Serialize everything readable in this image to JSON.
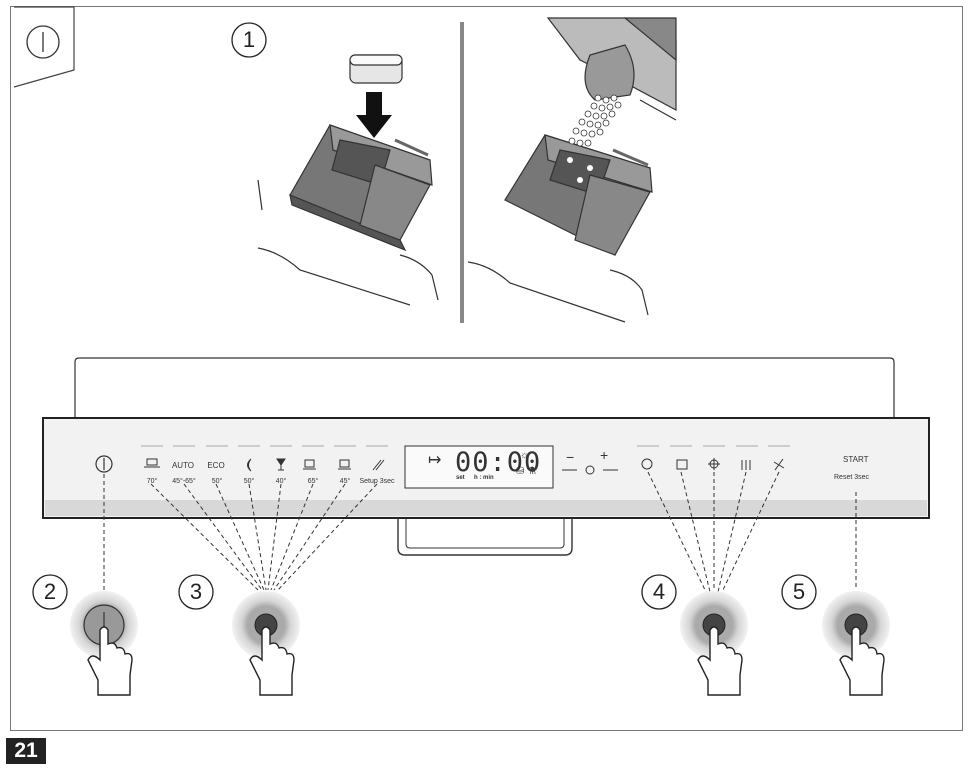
{
  "figure_number": "21",
  "steps": [
    "1",
    "2",
    "3",
    "4",
    "5"
  ],
  "panel_icons": {
    "power": "power-icon"
  },
  "control_panel": {
    "power_button_icon": "power-icon",
    "programs": [
      {
        "icon": "pots-icon",
        "name": "",
        "temp": "70°"
      },
      {
        "icon": "auto-icon",
        "name": "AUTO",
        "temp": "45°-65°"
      },
      {
        "icon": "eco-icon",
        "name": "ECO",
        "temp": "50°"
      },
      {
        "icon": "night-icon",
        "name": "",
        "temp": "50°"
      },
      {
        "icon": "glass-icon",
        "name": "",
        "temp": "40°"
      },
      {
        "icon": "quick-1h-icon",
        "name": "",
        "temp": "65°"
      },
      {
        "icon": "quick-icon",
        "name": "",
        "temp": "45°"
      },
      {
        "icon": "setup-icon",
        "name": "",
        "temp": "Setup 3sec"
      }
    ],
    "display": {
      "time": "00:00",
      "set_label": "set",
      "hmin_label": "h : min"
    },
    "delay_controls": {
      "minus": "−",
      "plus": "+"
    },
    "options": [
      "option-1-icon",
      "option-2-icon",
      "option-3-icon",
      "option-4-icon",
      "option-5-icon"
    ],
    "start_label": "START",
    "reset_label": "Reset 3sec"
  }
}
